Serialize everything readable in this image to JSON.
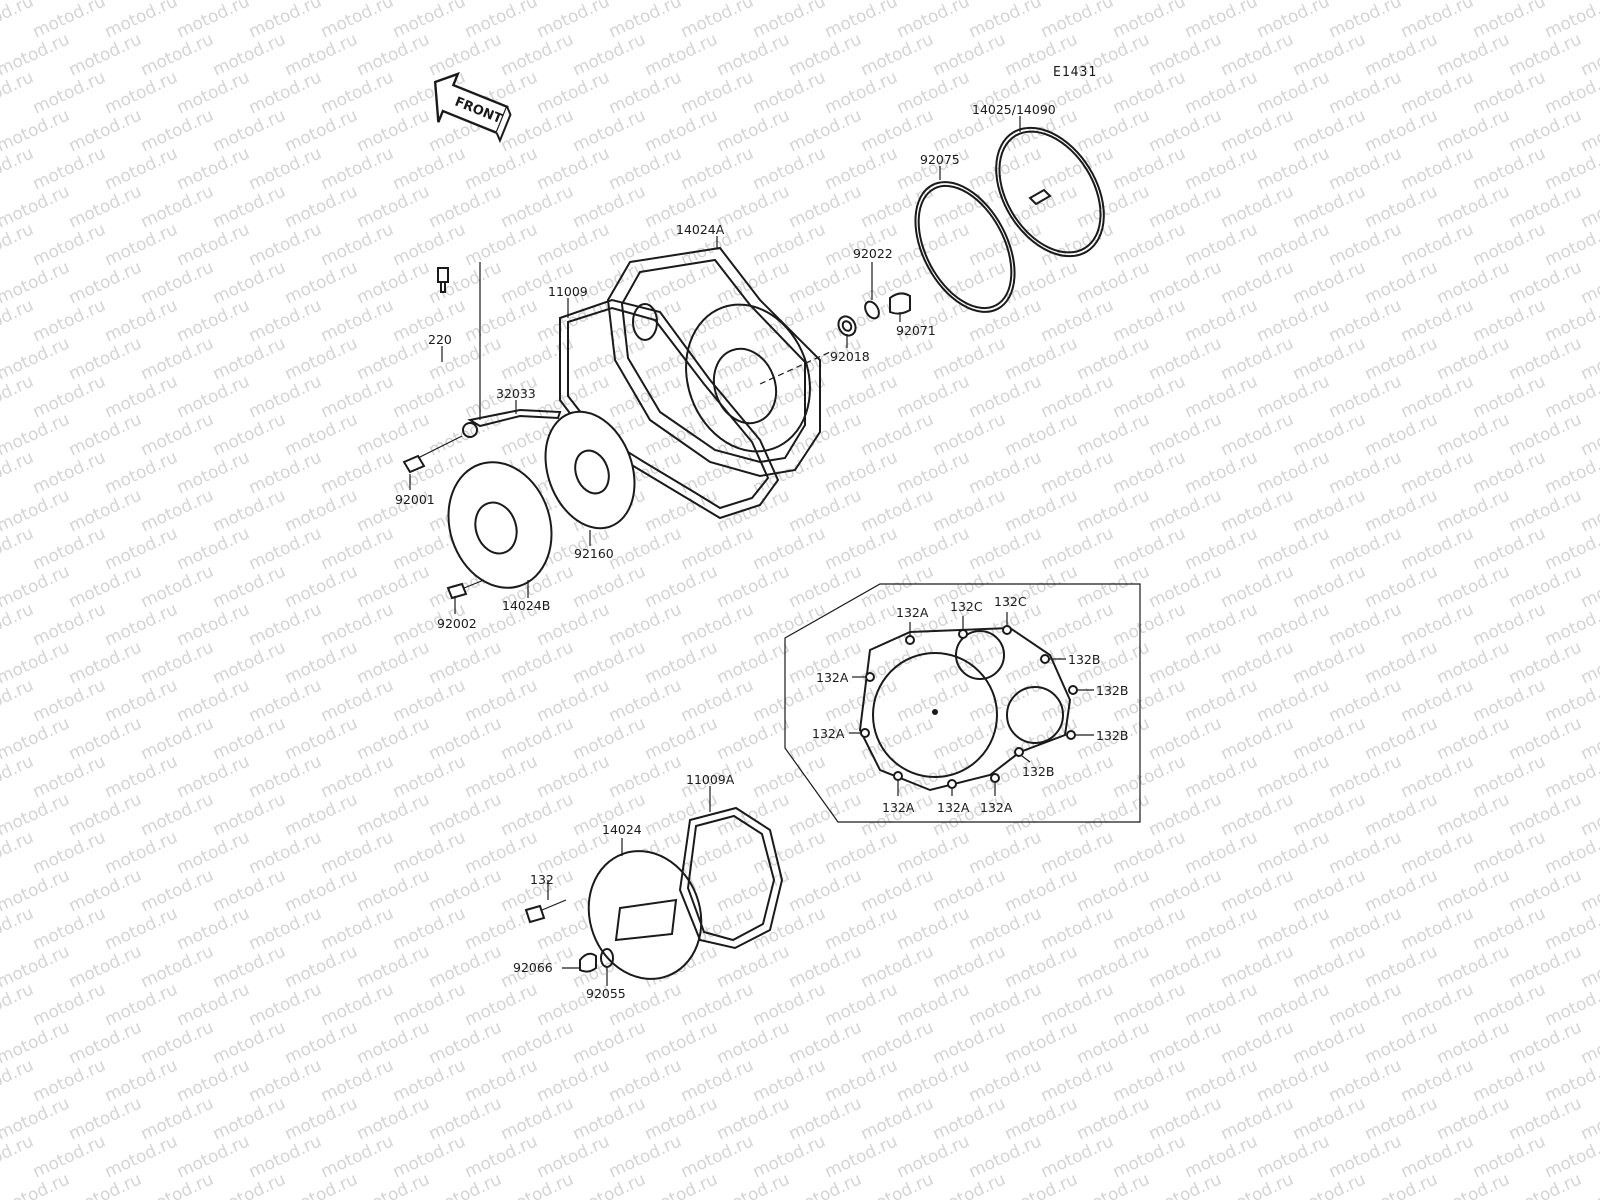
{
  "diagram": {
    "code": "E1431",
    "front_label": "FRONT",
    "watermark": "motod.ru",
    "callouts": {
      "c14025": "14025/14090",
      "c92075": "92075",
      "c14024A": "14024A",
      "c92022": "92022",
      "c11009": "11009",
      "c92071": "92071",
      "c92018": "92018",
      "c220": "220",
      "c32033": "32033",
      "c92001": "92001",
      "c92160": "92160",
      "c92002": "92002",
      "c14024B": "14024B",
      "c11009A": "11009A",
      "c14024": "14024",
      "c132": "132",
      "c92066": "92066",
      "c92055": "92055"
    },
    "inset_bolts": [
      {
        "label": "132A",
        "anchor": "top-left"
      },
      {
        "label": "132C",
        "anchor": "top-mid"
      },
      {
        "label": "132C",
        "anchor": "top-right"
      },
      {
        "label": "132B",
        "anchor": "right-1"
      },
      {
        "label": "132A",
        "anchor": "left-1"
      },
      {
        "label": "132B",
        "anchor": "right-2"
      },
      {
        "label": "132A",
        "anchor": "left-2"
      },
      {
        "label": "132B",
        "anchor": "right-3"
      },
      {
        "label": "132B",
        "anchor": "bottom-right"
      },
      {
        "label": "132A",
        "anchor": "bottom-1"
      },
      {
        "label": "132A",
        "anchor": "bottom-2"
      },
      {
        "label": "132A",
        "anchor": "bottom-3"
      }
    ]
  }
}
